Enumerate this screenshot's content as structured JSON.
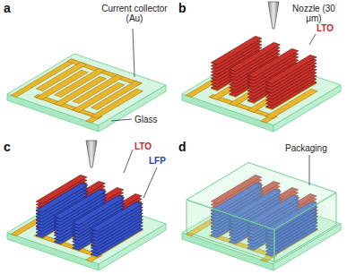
{
  "diagram": {
    "labels": [
      "a",
      "Current collector (Au)",
      "Glass",
      "b",
      "Nozzle (30 μm)",
      "LTO",
      "c",
      "LTO",
      "LFP",
      "d",
      "Packaging"
    ]
  }
}
